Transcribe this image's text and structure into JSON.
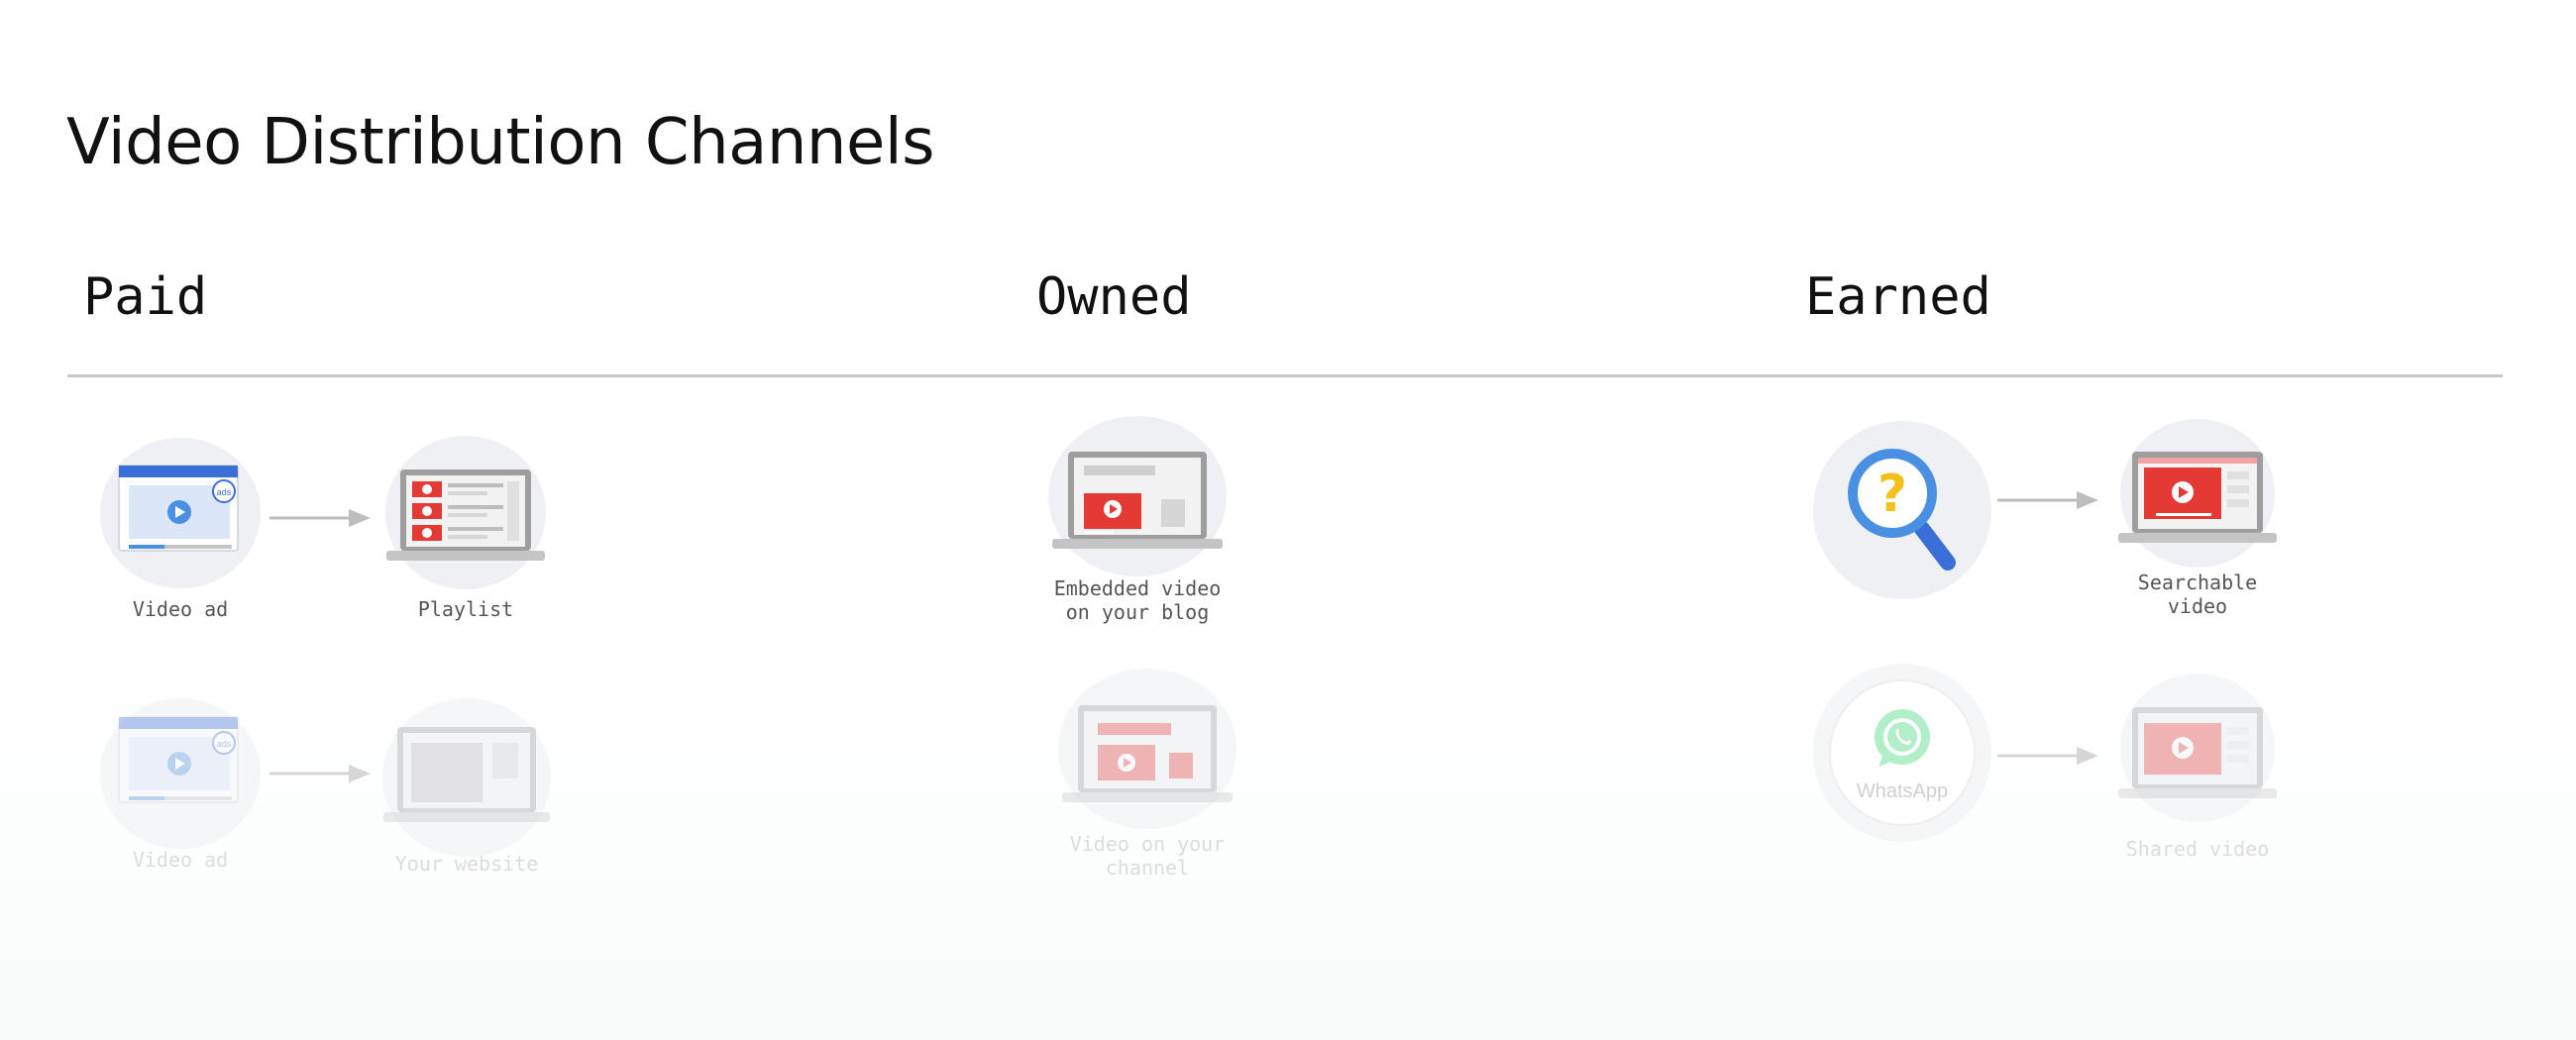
{
  "title": "Video Distribution Channels",
  "columns": {
    "paid": {
      "heading": "Paid",
      "row1": {
        "from_label": "Video ad",
        "to_label": "Playlist",
        "badge": "ads"
      },
      "row2": {
        "from_label": "Video ad",
        "to_label": "Your website",
        "badge": "ads"
      }
    },
    "owned": {
      "heading": "Owned",
      "row1": {
        "label": "Embedded video\non your blog"
      },
      "row2": {
        "label": "Video on your\nchannel"
      }
    },
    "earned": {
      "heading": "Earned",
      "row1": {
        "search_glyph": "?",
        "to_label": "Searchable\nvideo"
      },
      "row2": {
        "app_name": "WhatsApp",
        "to_label": "Shared video"
      }
    }
  },
  "colors": {
    "accent_blue": "#3a6fd8",
    "play_blue": "#4a90e2",
    "video_red": "#e53935",
    "circle_bg": "#eef0f3",
    "rule": "#c7c7c7",
    "whatsapp_green": "#25d366",
    "question_yellow": "#f4c01e"
  },
  "icons": [
    "browser-video-ad-icon",
    "laptop-playlist-icon",
    "laptop-blog-icon",
    "magnifier-question-icon",
    "laptop-search-result-icon",
    "whatsapp-icon",
    "laptop-shared-video-icon",
    "arrow-right-icon"
  ]
}
